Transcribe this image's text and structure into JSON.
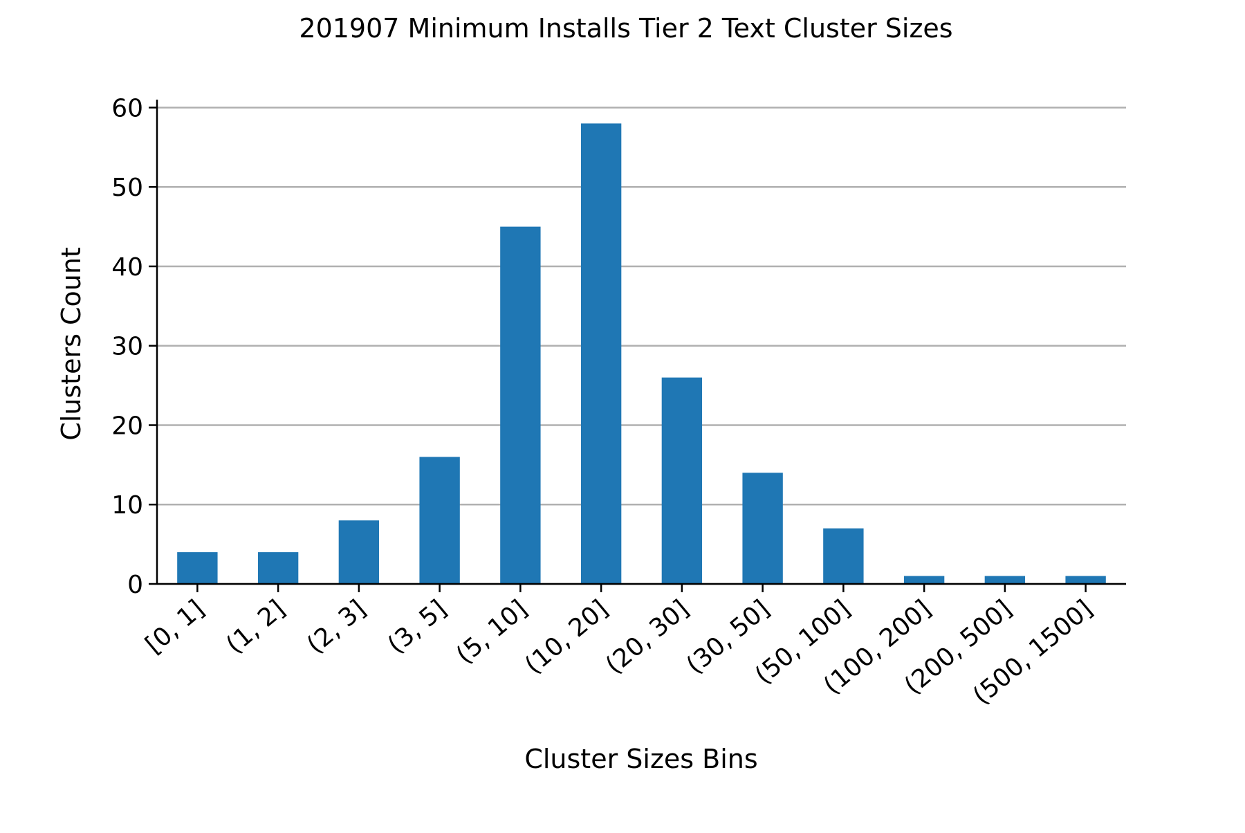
{
  "chart_data": {
    "type": "bar",
    "title": "201907 Minimum Installs Tier 2 Text Cluster Sizes",
    "xlabel": "Cluster Sizes Bins",
    "ylabel": "Clusters Count",
    "categories": [
      "[0, 1]",
      "(1, 2]",
      "(2, 3]",
      "(3, 5]",
      "(5, 10]",
      "(10, 20]",
      "(20, 30]",
      "(30, 50]",
      "(50, 100]",
      "(100, 200]",
      "(200, 500]",
      "(500, 1500]"
    ],
    "values": [
      4,
      4,
      8,
      16,
      45,
      58,
      26,
      14,
      7,
      1,
      1,
      1
    ],
    "ylim": [
      0,
      61
    ],
    "yticks": [
      0,
      10,
      20,
      30,
      40,
      50,
      60
    ],
    "grid": "horizontal",
    "legend": "none",
    "colors": {
      "bar": "#1f77b4",
      "grid": "#b0b0b0",
      "axis": "#000000"
    }
  }
}
